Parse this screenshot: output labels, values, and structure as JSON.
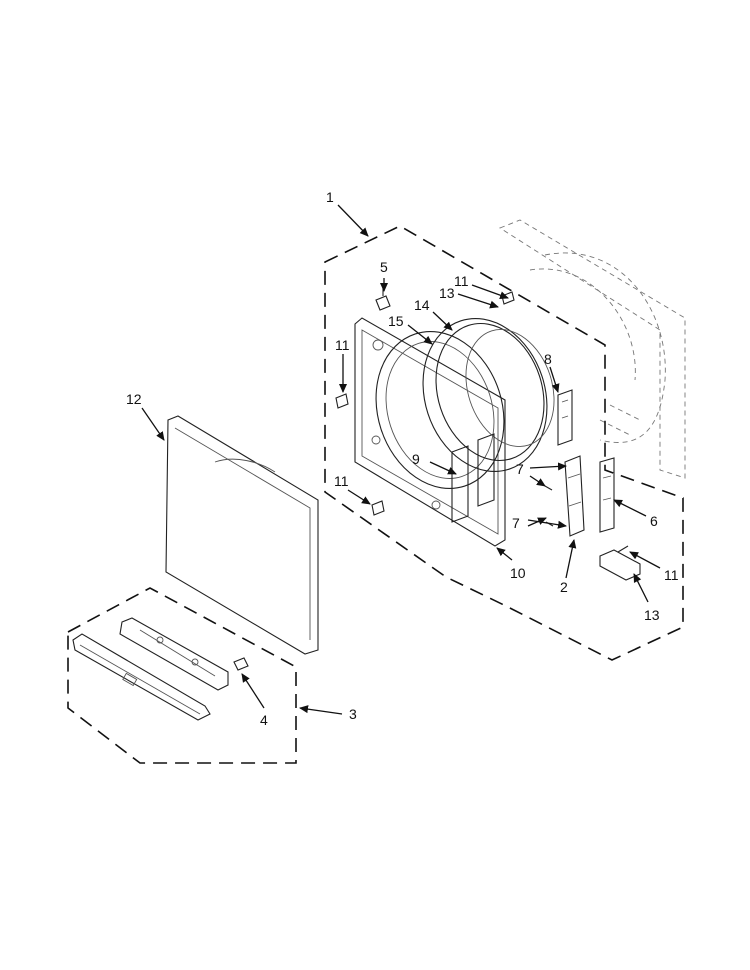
{
  "callouts": {
    "c1": "1",
    "c2": "2",
    "c3": "3",
    "c4": "4",
    "c5": "5",
    "c6": "6",
    "c7a": "7",
    "c7b": "7",
    "c8": "8",
    "c9": "9",
    "c10": "10",
    "c11a": "11",
    "c11b": "11",
    "c11c": "11",
    "c11d": "11",
    "c12": "12",
    "c13a": "13",
    "c13b": "13",
    "c14": "14",
    "c15": "15"
  },
  "colors": {
    "line": "#111111",
    "background": "#ffffff"
  }
}
